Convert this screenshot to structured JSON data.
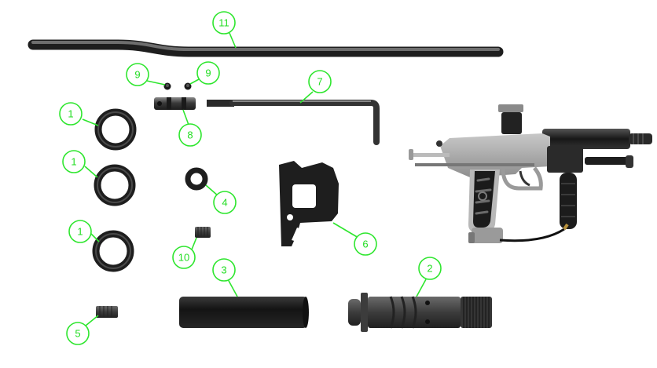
{
  "diagram": {
    "callouts": [
      {
        "id": "c11",
        "label": "11"
      },
      {
        "id": "c9a",
        "label": "9"
      },
      {
        "id": "c9b",
        "label": "9"
      },
      {
        "id": "c7",
        "label": "7"
      },
      {
        "id": "c8",
        "label": "8"
      },
      {
        "id": "c1a",
        "label": "1"
      },
      {
        "id": "c1b",
        "label": "1"
      },
      {
        "id": "c1c",
        "label": "1"
      },
      {
        "id": "c4",
        "label": "4"
      },
      {
        "id": "c6",
        "label": "6"
      },
      {
        "id": "c10",
        "label": "10"
      },
      {
        "id": "c3",
        "label": "3"
      },
      {
        "id": "c2",
        "label": "2"
      },
      {
        "id": "c5",
        "label": "5"
      }
    ],
    "colors": {
      "callout": "#2ee62e",
      "metal_dark": "#2a2a2a",
      "metal_mid": "#555555",
      "marker_body": "#a9a9a9"
    }
  }
}
